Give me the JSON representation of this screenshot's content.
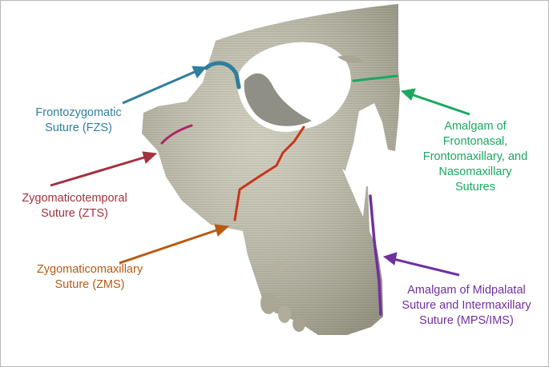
{
  "labels": {
    "fzs": [
      "Frontozygomatic",
      "Suture (FZS)"
    ],
    "zts": [
      "Zygomaticotemporal",
      "Suture (ZTS)"
    ],
    "zms": [
      "Zygomaticomaxillary",
      "Suture (ZMS)"
    ],
    "amalgam_nasal": [
      "Amalgam of",
      "Frontonasal,",
      "Frontomaxillary, and",
      "Nasomaxillary",
      "Sutures"
    ],
    "amalgam_palatal": [
      "Amalgam of Midpalatal",
      "Suture and Intermaxillary",
      "Suture (MPS/IMS)"
    ]
  },
  "colors": {
    "fzs": "#2e7f9e",
    "zts": "#a3313f",
    "zms": "#b85a12",
    "amalgam_nasal": "#1aa860",
    "amalgam_palatal": "#7030a0",
    "bone": "#c7c5b3"
  }
}
